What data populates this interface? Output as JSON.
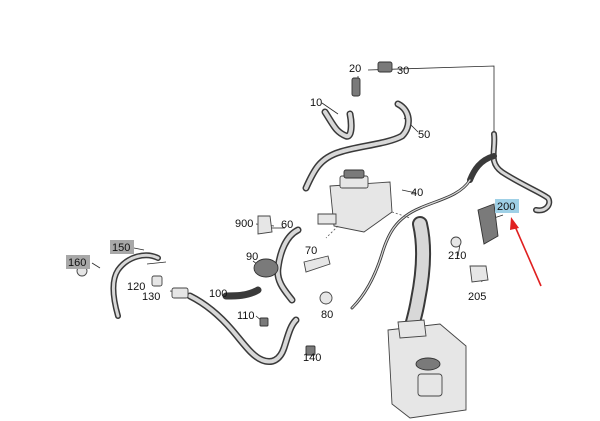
{
  "colors": {
    "highlight_blue": "#9fd0e6",
    "highlight_gray": "#a8a8a8",
    "arrow_red": "#e02020"
  },
  "labels": {
    "l10": "10",
    "l20": "20",
    "l30": "30",
    "l40": "40",
    "l50": "50",
    "l60": "60",
    "l70": "70",
    "l80": "80",
    "l90": "90",
    "l100": "100",
    "l110": "110",
    "l120": "120",
    "l130": "130",
    "l140": "140",
    "l150": "150",
    "l160": "160",
    "l200": "200",
    "l205": "205",
    "l210": "210",
    "l900": "900"
  },
  "highlighted": {
    "blue": [
      "200"
    ],
    "gray": [
      "150",
      "160"
    ]
  }
}
